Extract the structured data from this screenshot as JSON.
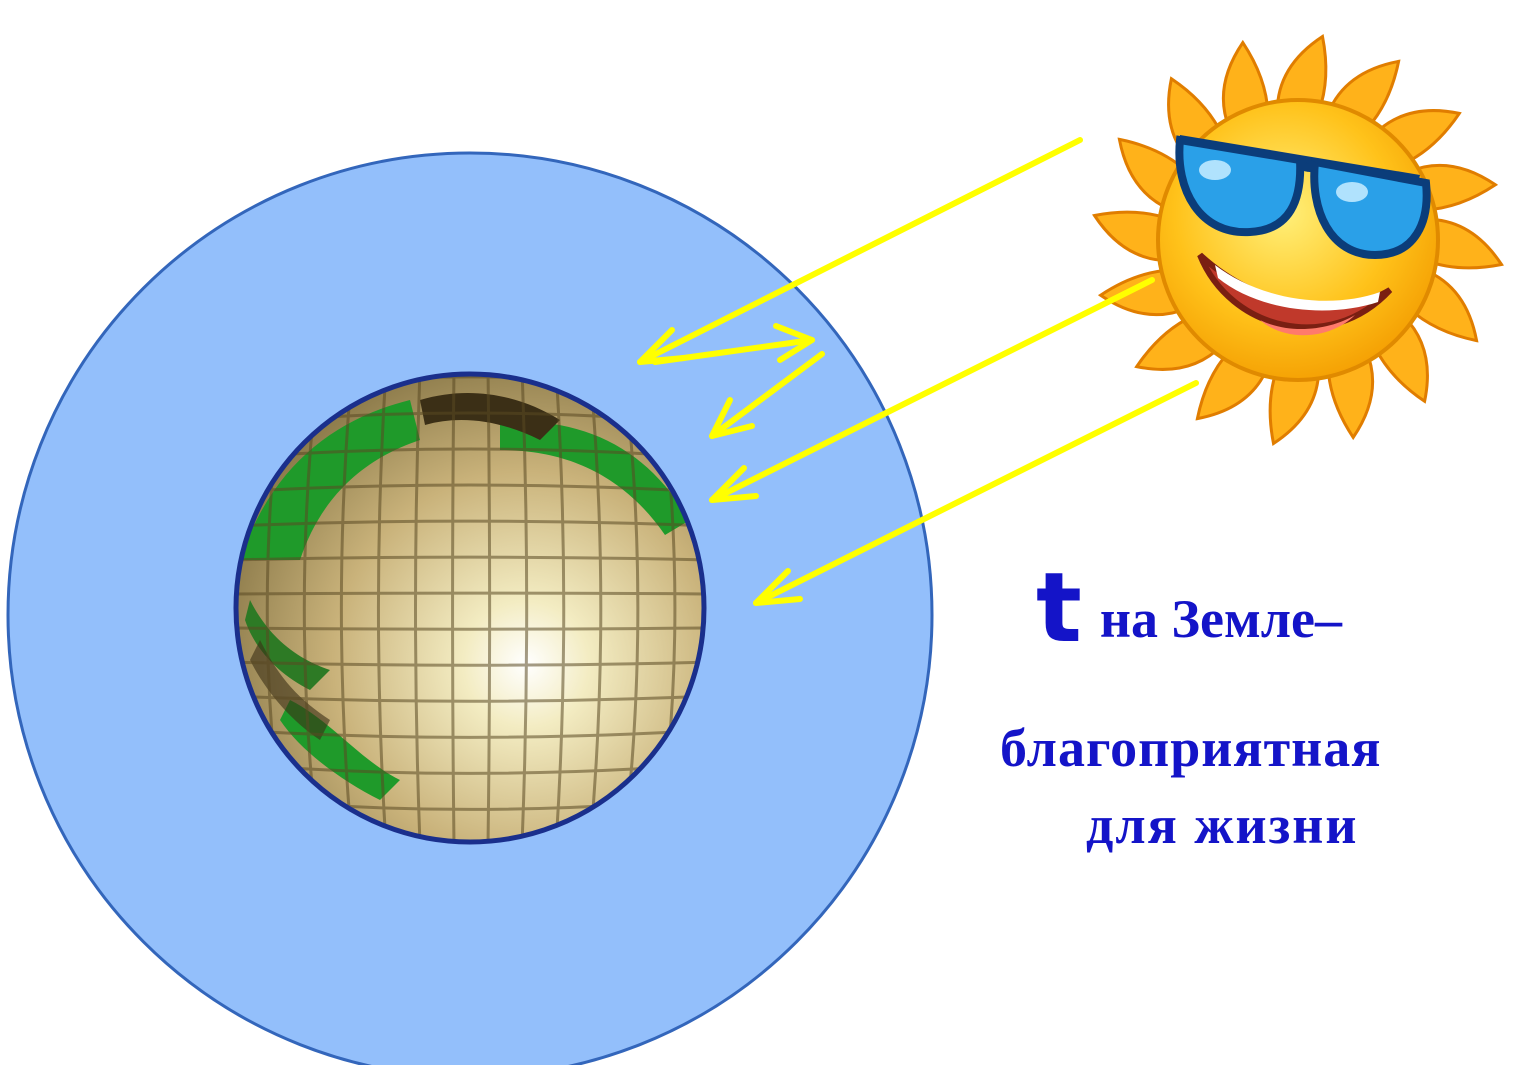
{
  "caption": {
    "symbol": "t",
    "line1": "на Земле–",
    "line2": "благоприятная",
    "line3": "для жизни"
  },
  "colors": {
    "atmosphere_fill": "#93bffb",
    "atmosphere_stroke": "#3366bb",
    "ray": "#ffff00",
    "text": "#1414c8",
    "sun_body": "#ffc21a",
    "sun_rays": "#ffa800",
    "glasses": "#2aa0e8"
  },
  "icons": {
    "sun": "sun-with-sunglasses-icon",
    "earth": "earth-globe-icon"
  }
}
